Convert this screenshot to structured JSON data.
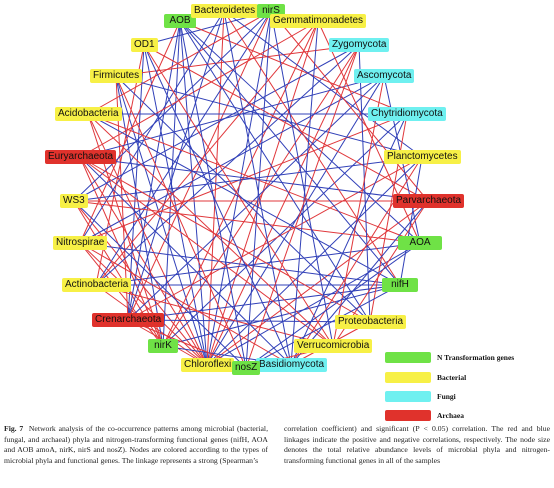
{
  "network": {
    "colors": {
      "positive": "#e0373b",
      "negative": "#3140b8"
    },
    "nodes": [
      {
        "id": "aob",
        "label": "AOB",
        "type": "n",
        "fill": "#6fe246"
      },
      {
        "id": "bacteroidetes",
        "label": "Bacteroidetes",
        "type": "bacterial",
        "fill": "#f7f046"
      },
      {
        "id": "nirs",
        "label": "nirS",
        "type": "n",
        "fill": "#6fe246"
      },
      {
        "id": "gemmatimonadetes",
        "label": "Gemmatimonadetes",
        "type": "bacterial",
        "fill": "#f7f046"
      },
      {
        "id": "od1",
        "label": "OD1",
        "type": "bacterial",
        "fill": "#f7f046"
      },
      {
        "id": "zygomycota",
        "label": "Zygomycota",
        "type": "fungi",
        "fill": "#6ff0f0"
      },
      {
        "id": "firmicutes",
        "label": "Firmicutes",
        "type": "bacterial",
        "fill": "#f7f046"
      },
      {
        "id": "ascomycota",
        "label": "Ascomycota",
        "type": "fungi",
        "fill": "#6ff0f0"
      },
      {
        "id": "acidobacteria",
        "label": "Acidobacteria",
        "type": "bacterial",
        "fill": "#f7f046"
      },
      {
        "id": "chytridiomycota",
        "label": "Chytridiomycota",
        "type": "fungi",
        "fill": "#6ff0f0"
      },
      {
        "id": "euryarchaeota",
        "label": "Euryarchaeota",
        "type": "archaea",
        "fill": "#e0322c"
      },
      {
        "id": "planctomycetes",
        "label": "Planctomycetes",
        "type": "bacterial",
        "fill": "#f7f046"
      },
      {
        "id": "ws3",
        "label": "WS3",
        "type": "bacterial",
        "fill": "#f7f046"
      },
      {
        "id": "parvarchaeota",
        "label": "Parvarchaeota",
        "type": "archaea",
        "fill": "#e0322c"
      },
      {
        "id": "nitrospirae",
        "label": "Nitrospirae",
        "type": "bacterial",
        "fill": "#f7f046"
      },
      {
        "id": "aoa",
        "label": "AOA",
        "type": "n",
        "fill": "#6fe246"
      },
      {
        "id": "actinobacteria",
        "label": "Actinobacteria",
        "type": "bacterial",
        "fill": "#f7f046"
      },
      {
        "id": "nifh",
        "label": "nifH",
        "type": "n",
        "fill": "#6fe246"
      },
      {
        "id": "crenarchaeota",
        "label": "Crenarchaeota",
        "type": "archaea",
        "fill": "#e0322c"
      },
      {
        "id": "proteobacteria",
        "label": "Proteobacteria",
        "type": "bacterial",
        "fill": "#f7f046"
      },
      {
        "id": "nirk",
        "label": "nirK",
        "type": "n",
        "fill": "#6fe246"
      },
      {
        "id": "verrucomicrobia",
        "label": "Verrucomicrobia",
        "type": "bacterial",
        "fill": "#f7f046"
      },
      {
        "id": "chloroflexi",
        "label": "Chloroflexi",
        "type": "bacterial",
        "fill": "#f7f046"
      },
      {
        "id": "basidiomycota",
        "label": "Basidiomycota",
        "type": "fungi",
        "fill": "#6ff0f0"
      },
      {
        "id": "nosz",
        "label": "nosZ",
        "type": "n",
        "fill": "#6fe246"
      }
    ],
    "edges": [
      {
        "s": "chloroflexi",
        "t": "aob",
        "sign": "negative"
      },
      {
        "s": "chloroflexi",
        "t": "bacteroidetes",
        "sign": "positive"
      },
      {
        "s": "chloroflexi",
        "t": "nirs",
        "sign": "negative"
      },
      {
        "s": "chloroflexi",
        "t": "od1",
        "sign": "negative"
      },
      {
        "s": "chloroflexi",
        "t": "firmicutes",
        "sign": "negative"
      },
      {
        "s": "chloroflexi",
        "t": "acidobacteria",
        "sign": "positive"
      },
      {
        "s": "chloroflexi",
        "t": "euryarchaeota",
        "sign": "positive"
      },
      {
        "s": "chloroflexi",
        "t": "ws3",
        "sign": "positive"
      },
      {
        "s": "chloroflexi",
        "t": "nitrospirae",
        "sign": "positive"
      },
      {
        "s": "chloroflexi",
        "t": "actinobacteria",
        "sign": "positive"
      },
      {
        "s": "chloroflexi",
        "t": "crenarchaeota",
        "sign": "positive"
      },
      {
        "s": "chloroflexi",
        "t": "zygomycota",
        "sign": "positive"
      },
      {
        "s": "chloroflexi",
        "t": "ascomycota",
        "sign": "negative"
      },
      {
        "s": "chloroflexi",
        "t": "planctomycetes",
        "sign": "negative"
      },
      {
        "s": "chloroflexi",
        "t": "aoa",
        "sign": "negative"
      },
      {
        "s": "chloroflexi",
        "t": "gemmatimonadetes",
        "sign": "positive"
      },
      {
        "s": "chloroflexi",
        "t": "parvarchaeota",
        "sign": "positive"
      },
      {
        "s": "nirk",
        "t": "aob",
        "sign": "negative"
      },
      {
        "s": "nirk",
        "t": "firmicutes",
        "sign": "negative"
      },
      {
        "s": "nirk",
        "t": "acidobacteria",
        "sign": "positive"
      },
      {
        "s": "nirk",
        "t": "euryarchaeota",
        "sign": "positive"
      },
      {
        "s": "nirk",
        "t": "ws3",
        "sign": "positive"
      },
      {
        "s": "nirk",
        "t": "nitrospirae",
        "sign": "positive"
      },
      {
        "s": "nirk",
        "t": "zygomycota",
        "sign": "positive"
      },
      {
        "s": "nirk",
        "t": "chytridiomycota",
        "sign": "negative"
      },
      {
        "s": "nirk",
        "t": "nifh",
        "sign": "negative"
      },
      {
        "s": "nirk",
        "t": "gemmatimonadetes",
        "sign": "positive"
      },
      {
        "s": "crenarchaeota",
        "t": "aob",
        "sign": "negative"
      },
      {
        "s": "crenarchaeota",
        "t": "bacteroidetes",
        "sign": "negative"
      },
      {
        "s": "crenarchaeota",
        "t": "od1",
        "sign": "negative"
      },
      {
        "s": "crenarchaeota",
        "t": "firmicutes",
        "sign": "positive"
      },
      {
        "s": "crenarchaeota",
        "t": "ascomycota",
        "sign": "negative"
      },
      {
        "s": "crenarchaeota",
        "t": "nifh",
        "sign": "negative"
      },
      {
        "s": "crenarchaeota",
        "t": "proteobacteria",
        "sign": "negative"
      },
      {
        "s": "crenarchaeota",
        "t": "nirs",
        "sign": "positive"
      },
      {
        "s": "crenarchaeota",
        "t": "planctomycetes",
        "sign": "positive"
      },
      {
        "s": "actinobacteria",
        "t": "nirs",
        "sign": "negative"
      },
      {
        "s": "actinobacteria",
        "t": "zygomycota",
        "sign": "negative"
      },
      {
        "s": "actinobacteria",
        "t": "aoa",
        "sign": "negative"
      },
      {
        "s": "actinobacteria",
        "t": "nifh",
        "sign": "negative"
      },
      {
        "s": "actinobacteria",
        "t": "verrucomicrobia",
        "sign": "positive"
      },
      {
        "s": "actinobacteria",
        "t": "gemmatimonadetes",
        "sign": "positive"
      },
      {
        "s": "actinobacteria",
        "t": "od1",
        "sign": "positive"
      },
      {
        "s": "nitrospirae",
        "t": "aob",
        "sign": "positive"
      },
      {
        "s": "nitrospirae",
        "t": "bacteroidetes",
        "sign": "negative"
      },
      {
        "s": "nitrospirae",
        "t": "ascomycota",
        "sign": "negative"
      },
      {
        "s": "nitrospirae",
        "t": "chytridiomycota",
        "sign": "positive"
      },
      {
        "s": "nitrospirae",
        "t": "nifh",
        "sign": "negative"
      },
      {
        "s": "nitrospirae",
        "t": "basidiomycota",
        "sign": "positive"
      },
      {
        "s": "ws3",
        "t": "nirs",
        "sign": "negative"
      },
      {
        "s": "ws3",
        "t": "zygomycota",
        "sign": "negative"
      },
      {
        "s": "ws3",
        "t": "planctomycetes",
        "sign": "negative"
      },
      {
        "s": "ws3",
        "t": "parvarchaeota",
        "sign": "positive"
      },
      {
        "s": "ws3",
        "t": "aoa",
        "sign": "positive"
      },
      {
        "s": "ws3",
        "t": "nosz",
        "sign": "negative"
      },
      {
        "s": "euryarchaeota",
        "t": "gemmatimonadetes",
        "sign": "positive"
      },
      {
        "s": "euryarchaeota",
        "t": "ascomycota",
        "sign": "negative"
      },
      {
        "s": "euryarchaeota",
        "t": "parvarchaeota",
        "sign": "negative"
      },
      {
        "s": "euryarchaeota",
        "t": "proteobacteria",
        "sign": "positive"
      },
      {
        "s": "euryarchaeota",
        "t": "verrucomicrobia",
        "sign": "positive"
      },
      {
        "s": "euryarchaeota",
        "t": "basidiomycota",
        "sign": "negative"
      },
      {
        "s": "acidobacteria",
        "t": "nirs",
        "sign": "positive"
      },
      {
        "s": "acidobacteria",
        "t": "chytridiomycota",
        "sign": "negative"
      },
      {
        "s": "acidobacteria",
        "t": "aoa",
        "sign": "positive"
      },
      {
        "s": "acidobacteria",
        "t": "nifh",
        "sign": "negative"
      },
      {
        "s": "acidobacteria",
        "t": "verrucomicrobia",
        "sign": "positive"
      },
      {
        "s": "firmicutes",
        "t": "planctomycetes",
        "sign": "negative"
      },
      {
        "s": "firmicutes",
        "t": "nosz",
        "sign": "positive"
      },
      {
        "s": "firmicutes",
        "t": "proteobacteria",
        "sign": "negative"
      },
      {
        "s": "firmicutes",
        "t": "zygomycota",
        "sign": "positive"
      },
      {
        "s": "od1",
        "t": "parvarchaeota",
        "sign": "positive"
      },
      {
        "s": "od1",
        "t": "basidiomycota",
        "sign": "negative"
      },
      {
        "s": "od1",
        "t": "nirs",
        "sign": "negative"
      },
      {
        "s": "od1",
        "t": "verrucomicrobia",
        "sign": "positive"
      },
      {
        "s": "aob",
        "t": "aoa",
        "sign": "negative"
      },
      {
        "s": "aob",
        "t": "nifh",
        "sign": "negative"
      },
      {
        "s": "aob",
        "t": "nosz",
        "sign": "negative"
      },
      {
        "s": "aob",
        "t": "chytridiomycota",
        "sign": "positive"
      },
      {
        "s": "aob",
        "t": "proteobacteria",
        "sign": "negative"
      },
      {
        "s": "bacteroidetes",
        "t": "nifh",
        "sign": "positive"
      },
      {
        "s": "bacteroidetes",
        "t": "basidiomycota",
        "sign": "negative"
      },
      {
        "s": "bacteroidetes",
        "t": "planctomycetes",
        "sign": "negative"
      },
      {
        "s": "nirs",
        "t": "verrucomicrobia",
        "sign": "negative"
      },
      {
        "s": "nirs",
        "t": "nosz",
        "sign": "negative"
      },
      {
        "s": "nirs",
        "t": "parvarchaeota",
        "sign": "positive"
      },
      {
        "s": "gemmatimonadetes",
        "t": "basidiomycota",
        "sign": "negative"
      },
      {
        "s": "gemmatimonadetes",
        "t": "aoa",
        "sign": "positive"
      },
      {
        "s": "zygomycota",
        "t": "proteobacteria",
        "sign": "negative"
      },
      {
        "s": "zygomycota",
        "t": "nosz",
        "sign": "positive"
      },
      {
        "s": "ascomycota",
        "t": "verrucomicrobia",
        "sign": "positive"
      },
      {
        "s": "ascomycota",
        "t": "aoa",
        "sign": "negative"
      },
      {
        "s": "chytridiomycota",
        "t": "basidiomycota",
        "sign": "negative"
      },
      {
        "s": "chytridiomycota",
        "t": "proteobacteria",
        "sign": "positive"
      },
      {
        "s": "planctomycetes",
        "t": "nifh",
        "sign": "negative"
      },
      {
        "s": "planctomycetes",
        "t": "basidiomycota",
        "sign": "positive"
      },
      {
        "s": "parvarchaeota",
        "t": "basidiomycota",
        "sign": "negative"
      },
      {
        "s": "parvarchaeota",
        "t": "verrucomicrobia",
        "sign": "positive"
      },
      {
        "s": "aoa",
        "t": "nosz",
        "sign": "negative"
      },
      {
        "s": "nifh",
        "t": "nosz",
        "sign": "negative"
      },
      {
        "s": "proteobacteria",
        "t": "basidiomycota",
        "sign": "positive"
      },
      {
        "s": "verrucomicrobia",
        "t": "nosz",
        "sign": "positive"
      },
      {
        "s": "basidiomycota",
        "t": "nirk",
        "sign": "negative"
      },
      {
        "s": "nosz",
        "t": "crenarchaeota",
        "sign": "positive"
      }
    ]
  },
  "legend": {
    "items": [
      {
        "label": "N Transformation genes",
        "color": "#6fe246"
      },
      {
        "label": "Bacterial",
        "color": "#f7f046"
      },
      {
        "label": "Fungi",
        "color": "#6ff0f0"
      },
      {
        "label": "Archaea",
        "color": "#e0322c"
      }
    ]
  },
  "caption": {
    "fig_label": "Fig. 7",
    "left_text": "Network analysis of the co-occurrence patterns among microbial (bacterial, fungal, and archaeal) phyla and nitrogen-transforming functional genes (nifH, AOA and AOB amoA, nirK, nirS and nosZ). Nodes are colored according to the types of microbial phyla and functional genes. The linkage represents a strong (Spearman’s",
    "right_text": "correlation coefficient) and significant (P < 0.05) correlation. The red and blue linkages indicate the positive and negative correlations, respectively. The node size denotes the total relative abundance levels of microbial phyla and nitrogen-transforming functional genes in all of the samples"
  }
}
